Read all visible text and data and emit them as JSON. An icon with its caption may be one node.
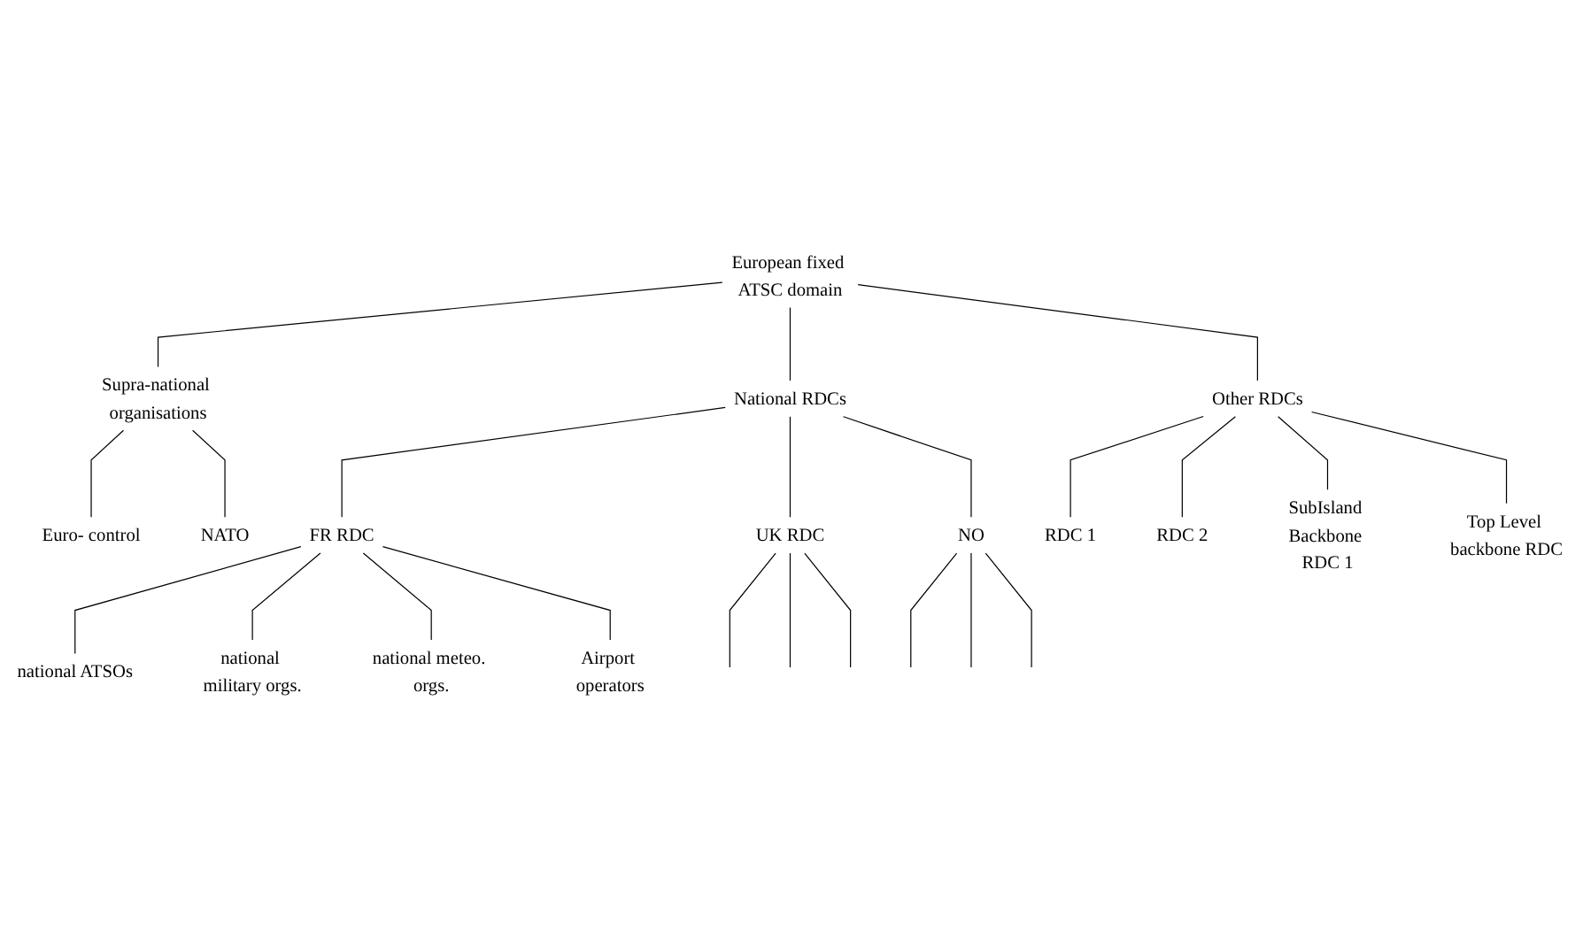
{
  "diagram": {
    "nodes": [
      {
        "text": [
          "European fixed ATSC domain"
        ]
      },
      {
        "text": [
          "Supra-national organisations"
        ]
      },
      {
        "text": [
          "National RDCs"
        ]
      },
      {
        "text": [
          "Other RDCs"
        ]
      },
      {
        "text": [
          "Euro- control"
        ]
      },
      {
        "text": [
          "NATO"
        ]
      },
      {
        "text": [
          "FR RDC"
        ]
      },
      {
        "text": [
          "UK RDC"
        ]
      },
      {
        "text": [
          "NO"
        ]
      },
      {
        "text": [
          "RDC 1"
        ]
      },
      {
        "text": [
          "RDC 2"
        ]
      },
      {
        "text": [
          "SubIsland Backbone RDC 1"
        ]
      },
      {
        "text": [
          "Top Level backbone RDC"
        ]
      },
      {
        "text": [
          "national ATSOs"
        ]
      },
      {
        "text": [
          "national military orgs."
        ]
      },
      {
        "text": [
          "national meteo. orgs."
        ]
      },
      {
        "text": [
          "Airport operators"
        ]
      }
    ],
    "edges": [
      {
        "from": 0,
        "to": 1,
        "arrow": "none"
      },
      {
        "from": 0,
        "to": 2,
        "arrow": "none"
      },
      {
        "from": 0,
        "to": 3,
        "arrow": "none"
      },
      {
        "from": 1,
        "to": 4,
        "arrow": "none"
      },
      {
        "from": 1,
        "to": 5,
        "arrow": "none"
      },
      {
        "from": 2,
        "to": 6,
        "arrow": "none"
      },
      {
        "from": 2,
        "to": 7,
        "arrow": "none"
      },
      {
        "from": 2,
        "to": 8,
        "arrow": "none"
      },
      {
        "from": 3,
        "to": 9,
        "arrow": "none"
      },
      {
        "from": 3,
        "to": 10,
        "arrow": "none"
      },
      {
        "from": 3,
        "to": 11,
        "arrow": "none"
      },
      {
        "from": 3,
        "to": 12,
        "arrow": "none"
      },
      {
        "from": 7,
        "to": null,
        "arrow": "none"
      },
      {
        "from": 7,
        "to": null,
        "arrow": "none"
      },
      {
        "from": 7,
        "to": null,
        "arrow": "none"
      },
      {
        "from": 8,
        "to": null,
        "arrow": "none"
      },
      {
        "from": 8,
        "to": null,
        "arrow": "none"
      },
      {
        "from": 8,
        "to": null,
        "arrow": "none"
      },
      {
        "from": 6,
        "to": 13,
        "arrow": "none"
      },
      {
        "from": 6,
        "to": 14,
        "arrow": "none"
      },
      {
        "from": 6,
        "to": 15,
        "arrow": "none"
      },
      {
        "from": 6,
        "to": 16,
        "arrow": "none"
      }
    ]
  }
}
